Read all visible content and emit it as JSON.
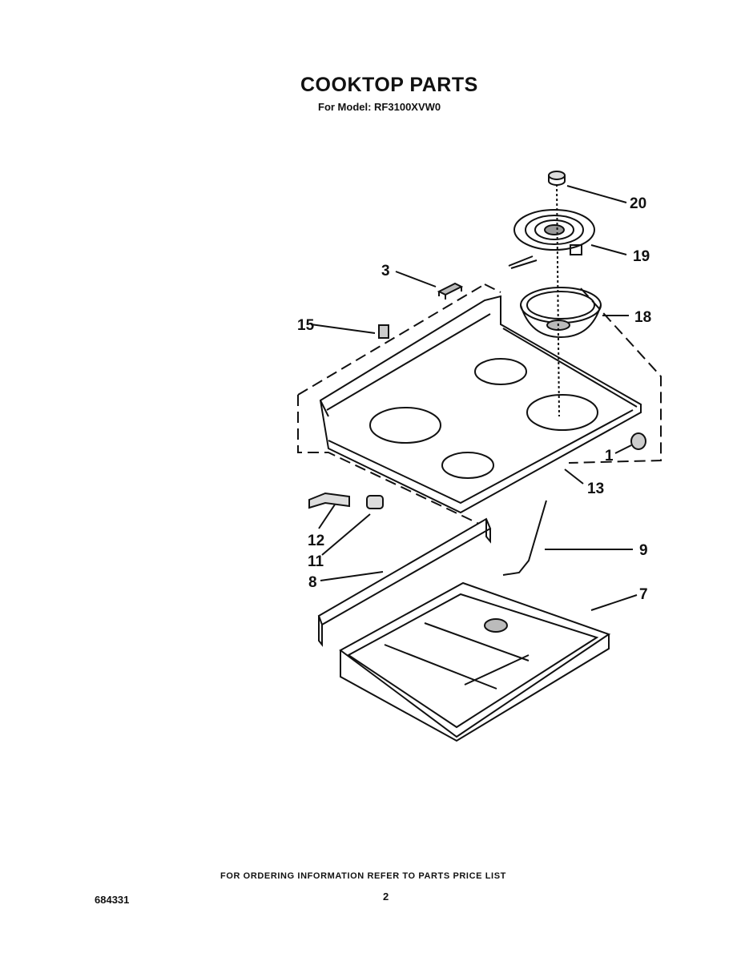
{
  "header": {
    "title": "COOKTOP PARTS",
    "model_line": "For Model: RF3100XVW0"
  },
  "callouts": [
    {
      "id": "c20",
      "label": "20"
    },
    {
      "id": "c19",
      "label": "19"
    },
    {
      "id": "c3",
      "label": "3"
    },
    {
      "id": "c18",
      "label": "18"
    },
    {
      "id": "c15",
      "label": "15"
    },
    {
      "id": "c1",
      "label": "1"
    },
    {
      "id": "c13",
      "label": "13"
    },
    {
      "id": "c12",
      "label": "12"
    },
    {
      "id": "c11",
      "label": "11"
    },
    {
      "id": "c9",
      "label": "9"
    },
    {
      "id": "c8",
      "label": "8"
    },
    {
      "id": "c7",
      "label": "7"
    }
  ],
  "footer": {
    "ordering_note": "FOR ORDERING INFORMATION REFER TO PARTS PRICE LIST",
    "document_number": "684331",
    "page_number": "2"
  }
}
